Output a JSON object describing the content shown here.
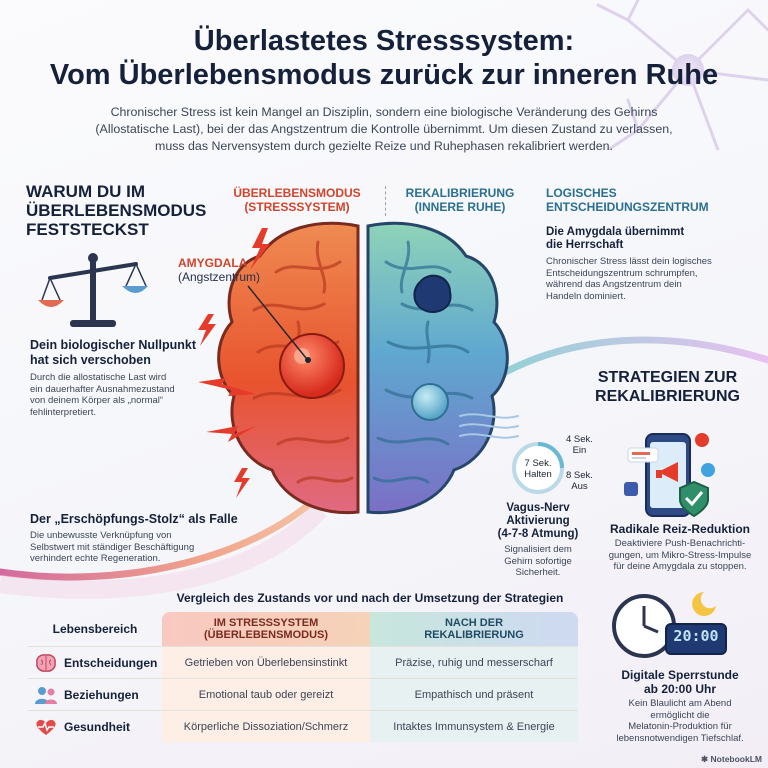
{
  "title": {
    "line1": "Überlastetes Stresssystem:",
    "line2": "Vom Überlebensmodus zurück zur inneren Ruhe"
  },
  "intro": {
    "line1": "Chronischer Stress ist kein Mangel an Disziplin, sondern eine biologische Veränderung des Gehirns",
    "line2": "(Allostatische Last), bei der das Angstzentrum die Kontrolle übernimmt. Um diesen Zustand zu verlassen,",
    "line3": "muss das Nervensystem durch gezielte Reize und Ruhephasen rekalibriert werden."
  },
  "left_section": {
    "heading_l1": "WARUM DU IM",
    "heading_l2": "ÜBERLEBENSMODUS",
    "heading_l3": "FESTSTECKST",
    "point1": {
      "title_l1": "Dein biologischer Nullpunkt",
      "title_l2": "hat sich verschoben",
      "text_l1": "Durch die allostatische Last wird",
      "text_l2": "ein dauerhafter Ausnahmezustand",
      "text_l3": "von deinem Körper als „normal“",
      "text_l4": "fehlinterpretiert."
    },
    "point2": {
      "title": "Der „Erschöpfungs-Stolz“ als Falle",
      "text_l1": "Die unbewusste Verknüpfung von",
      "text_l2": "Selbstwert mit ständiger Beschäftigung",
      "text_l3": "verhindert echte Regeneration."
    }
  },
  "brain": {
    "left_label_l1": "ÜBERLEBENSMODUS",
    "left_label_l2": "(STRESSSYSTEM)",
    "right_label_l1": "REKALIBRIERUNG",
    "right_label_l2": "(INNERE RUHE)",
    "amygdala_title": "AMYGDALA",
    "amygdala_sub": "(Angstzentrum)",
    "left_color": "#e8532e",
    "right_color": "#4a8fc0"
  },
  "logic_section": {
    "heading_l1": "LOGISCHES",
    "heading_l2": "ENTSCHEIDUNGSZENTRUM",
    "title_l1": "Die Amygdala übernimmt",
    "title_l2": "die Herrschaft",
    "text_l1": "Chronischer Stress lässt dein logisches",
    "text_l2": "Entscheidungszentrum schrumpfen,",
    "text_l3": "während das Angstzentrum dein",
    "text_l4": "Handeln dominiert."
  },
  "strategies": {
    "heading_l1": "STRATEGIEN ZUR",
    "heading_l2": "REKALIBRIERUNG",
    "breathing": {
      "hold_l1": "7 Sek.",
      "hold_l2": "Halten",
      "in_l1": "4 Sek.",
      "in_l2": "Ein",
      "out_l1": "8 Sek.",
      "out_l2": "Aus",
      "title_l1": "Vagus-Nerv",
      "title_l2": "Aktivierung",
      "title_l3": "(4-7-8 Atmung)",
      "text_l1": "Signalisiert dem",
      "text_l2": "Gehirn sofortige",
      "text_l3": "Sicherheit."
    },
    "stimulus": {
      "title": "Radikale Reiz-Reduktion",
      "text_l1": "Deaktiviere Push-Benachrichti-",
      "text_l2": "gungen, um Mikro-Stress-Impulse",
      "text_l3": "für deine Amygdala zu stoppen."
    },
    "curfew": {
      "clock_display": "20:00",
      "title_l1": "Digitale Sperrstunde",
      "title_l2": "ab 20:00 Uhr",
      "text_l1": "Kein Blaulicht am Abend",
      "text_l2": "ermöglicht die",
      "text_l3": "Melatonin-Produktion für",
      "text_l4": "lebensnotwendigen Tiefschlaf."
    }
  },
  "comparison": {
    "caption": "Vergleich des Zustands vor und nach der Umsetzung der Strategien",
    "col0": "Lebensbereich",
    "col1_l1": "IM STRESSSYSTEM",
    "col1_l2": "(ÜBERLEBENSMODUS)",
    "col2_l1": "NACH DER",
    "col2_l2": "REKALIBRIERUNG",
    "rows": [
      {
        "area": "Entscheidungen",
        "stress": "Getrieben von Überlebensinstinkt",
        "after": "Präzise, ruhig und messerscharf",
        "icon": "brain-icon"
      },
      {
        "area": "Beziehungen",
        "stress": "Emotional taub oder gereizt",
        "after": "Empathisch und präsent",
        "icon": "people-icon"
      },
      {
        "area": "Gesundheit",
        "stress": "Körperliche Dissoziation/Schmerz",
        "after": "Intaktes Immunsystem & Energie",
        "icon": "heart-pulse-icon"
      }
    ]
  },
  "brand": "NotebookLM"
}
